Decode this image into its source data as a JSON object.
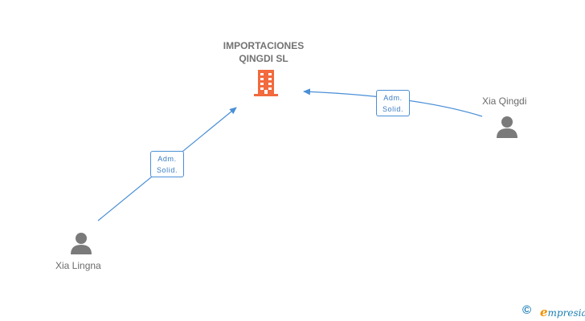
{
  "company": {
    "name_line1": "IMPORTACIONES",
    "name_line2": "QINGDI SL",
    "icon": "building-icon",
    "icon_color": "#f26a3d"
  },
  "persons": [
    {
      "name": "Xia Qingdi",
      "icon": "person-icon"
    },
    {
      "name": "Xia Lingna",
      "icon": "person-icon"
    }
  ],
  "relations": [
    {
      "from": "Xia Qingdi",
      "to": "IMPORTACIONES QINGDI SL",
      "label_line1": "Adm.",
      "label_line2": "Solid."
    },
    {
      "from": "Xia Lingna",
      "to": "IMPORTACIONES QINGDI SL",
      "label_line1": "Adm.",
      "label_line2": "Solid."
    }
  ],
  "colors": {
    "edge": "#4a8fd6",
    "person": "#7a7a7a",
    "text": "#737373"
  },
  "footer": {
    "copyright": "©",
    "brand_first": "e",
    "brand_rest": "mpresia"
  }
}
